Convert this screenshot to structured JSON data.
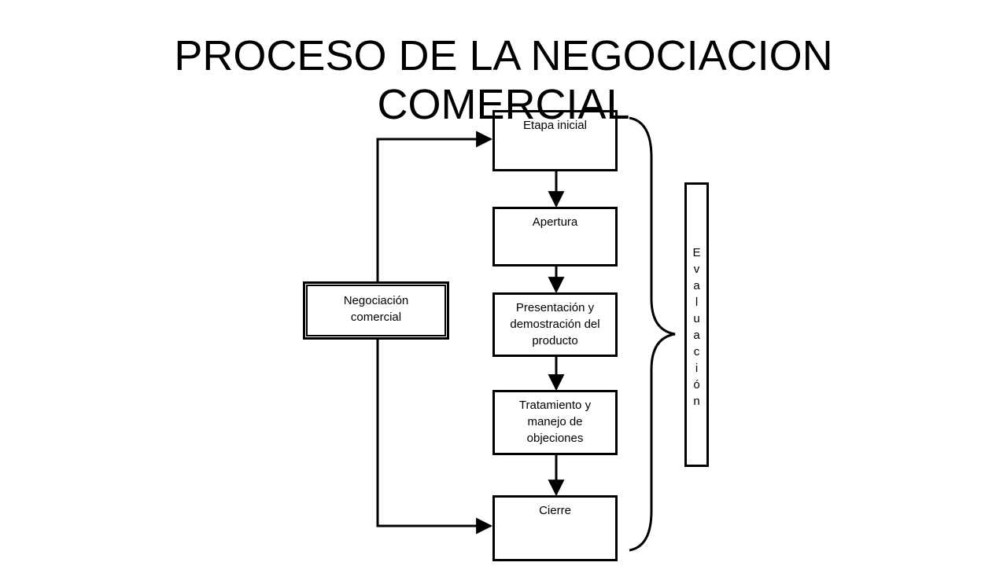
{
  "title": "PROCESO DE LA NEGOCIACION\nCOMERCIAL",
  "negotiation_box": "Negociación\ncomercial",
  "steps": [
    "Etapa inicial",
    "Apertura",
    "Presentación y\ndemostración del\nproducto",
    "Tratamiento y\nmanejo de\nobjeciones",
    "Cierre"
  ],
  "evaluation_label": [
    "E",
    "v",
    "a",
    "l",
    "u",
    "a",
    "c",
    "i",
    "ó",
    "n"
  ]
}
